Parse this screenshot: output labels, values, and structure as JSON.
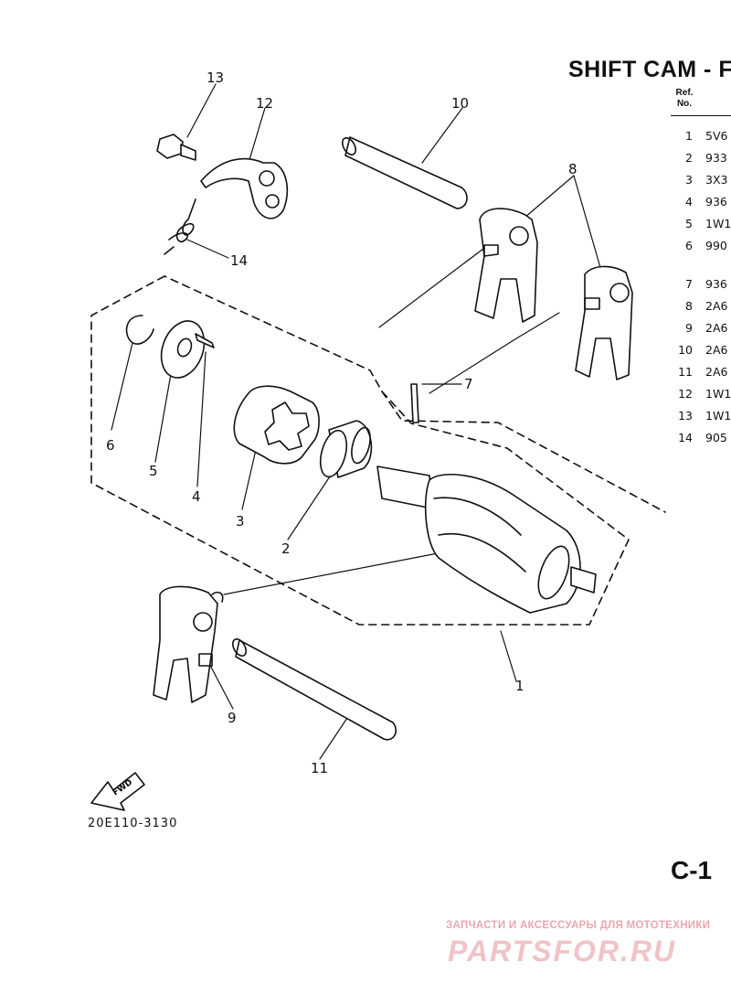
{
  "title": "SHIFT CAM - F",
  "table": {
    "ref_header_1": "Ref.",
    "ref_header_2": "No.",
    "rows": [
      {
        "ref": "1",
        "part": "5V6"
      },
      {
        "ref": "2",
        "part": "933"
      },
      {
        "ref": "3",
        "part": "3X3"
      },
      {
        "ref": "4",
        "part": "936"
      },
      {
        "ref": "5",
        "part": "1W1"
      },
      {
        "ref": "6",
        "part": "990"
      },
      {
        "ref": "7",
        "part": "936"
      },
      {
        "ref": "8",
        "part": "2A6"
      },
      {
        "ref": "9",
        "part": "2A6"
      },
      {
        "ref": "10",
        "part": "2A6"
      },
      {
        "ref": "11",
        "part": "2A6"
      },
      {
        "ref": "12",
        "part": "1W1"
      },
      {
        "ref": "13",
        "part": "1W1"
      },
      {
        "ref": "14",
        "part": "905"
      }
    ]
  },
  "callouts": {
    "c1": "1",
    "c2": "2",
    "c3": "3",
    "c4": "4",
    "c5": "5",
    "c6": "6",
    "c7": "7",
    "c8": "8",
    "c9": "9",
    "c10": "10",
    "c11": "11",
    "c12": "12",
    "c13": "13",
    "c14": "14"
  },
  "fwd_label": "FWD",
  "drawing_code": "20E110-3130",
  "page_id": "C-1",
  "watermark": {
    "caption": "ЗАПЧАСТИ И АКСЕССУАРЫ ДЛЯ МОТОТЕХНИКИ",
    "brand": "PARTSFOR.RU"
  }
}
